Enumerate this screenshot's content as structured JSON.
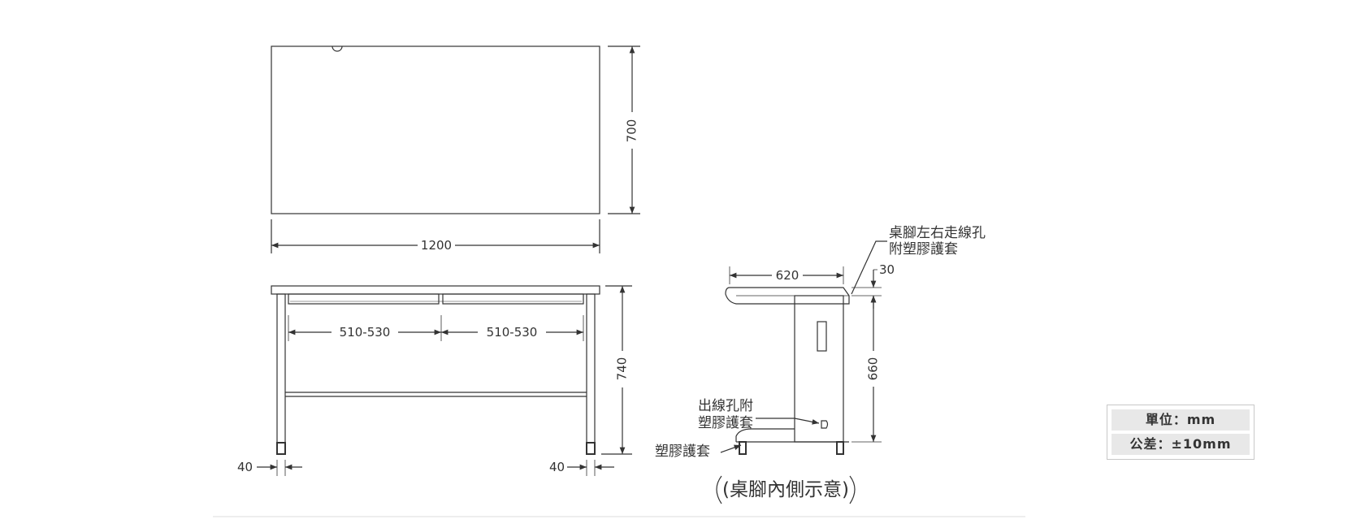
{
  "top_view": {
    "width_dim": "1200",
    "depth_dim": "700"
  },
  "front_view": {
    "drawer_dim_left": "510-530",
    "drawer_dim_right": "510-530",
    "height_dim": "740",
    "leg_dim_left": "40",
    "leg_dim_right": "40"
  },
  "side_view": {
    "depth_dim": "620",
    "top_thickness_dim": "30",
    "leg_height_dim": "660",
    "note_wire_hole_line1": "桌腳左右走線孔",
    "note_wire_hole_line2": "附塑膠護套",
    "note_outlet_line1": "出線孔附",
    "note_outlet_line2": "塑膠護套",
    "note_foot_cap": "塑膠護套",
    "caption": "(桌腳內側示意)"
  },
  "legend": {
    "unit": "單位：mm",
    "tolerance": "公差：±10mm"
  },
  "colors": {
    "line": "#333333",
    "legend_fill": "#e8e8e8"
  }
}
